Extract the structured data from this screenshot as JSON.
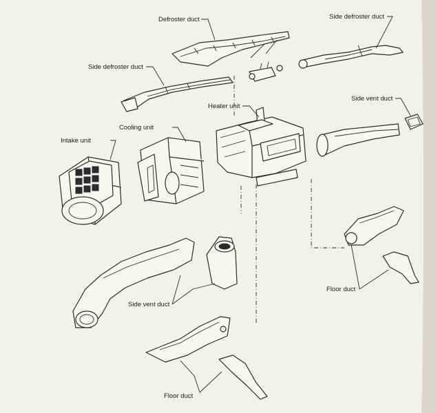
{
  "labels": {
    "defroster_duct": "Defroster duct",
    "side_defroster_duct_right": "Side defroster duct",
    "side_defroster_duct_left": "Side defroster duct",
    "heater_unit": "Heater unit",
    "side_vent_duct_right": "Side vent duct",
    "cooling_unit": "Cooling unit",
    "intake_unit": "Intake unit",
    "side_vent_duct_left": "Side vent duct",
    "floor_duct_right": "Floor duct",
    "floor_duct_bottom": "Floor duct"
  },
  "colors": {
    "paper": "#f3f1ec",
    "ink": "#2a2a2a",
    "page_edge": "#d9d6cf"
  }
}
